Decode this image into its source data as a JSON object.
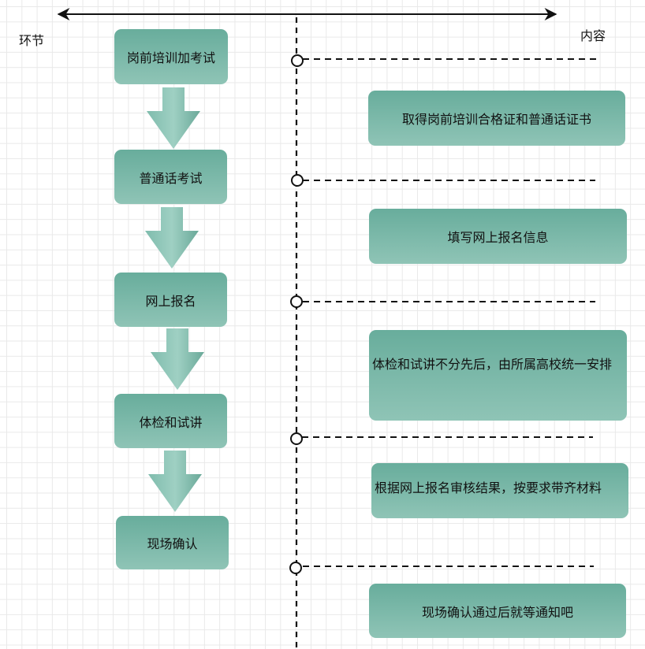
{
  "axis_labels": {
    "left": "环节",
    "right": "内容"
  },
  "steps": [
    {
      "label": "岗前培训加考试"
    },
    {
      "label": "普通话考试"
    },
    {
      "label": "网上报名"
    },
    {
      "label": "体检和试讲"
    },
    {
      "label": "现场确认"
    }
  ],
  "contents": [
    {
      "text": "取得岗前培训合格证和普通话证书"
    },
    {
      "text": "填写网上报名信息"
    },
    {
      "text": "体检和试讲不分先后，由所属高校统一安排"
    },
    {
      "text": "根据网上报名审核结果，按要求带齐材料"
    },
    {
      "text": "现场确认通过后就等通知吧"
    }
  ],
  "colors": {
    "box_top": "#68ad9c",
    "box_bottom": "#8fc4b6",
    "line": "#111111"
  }
}
